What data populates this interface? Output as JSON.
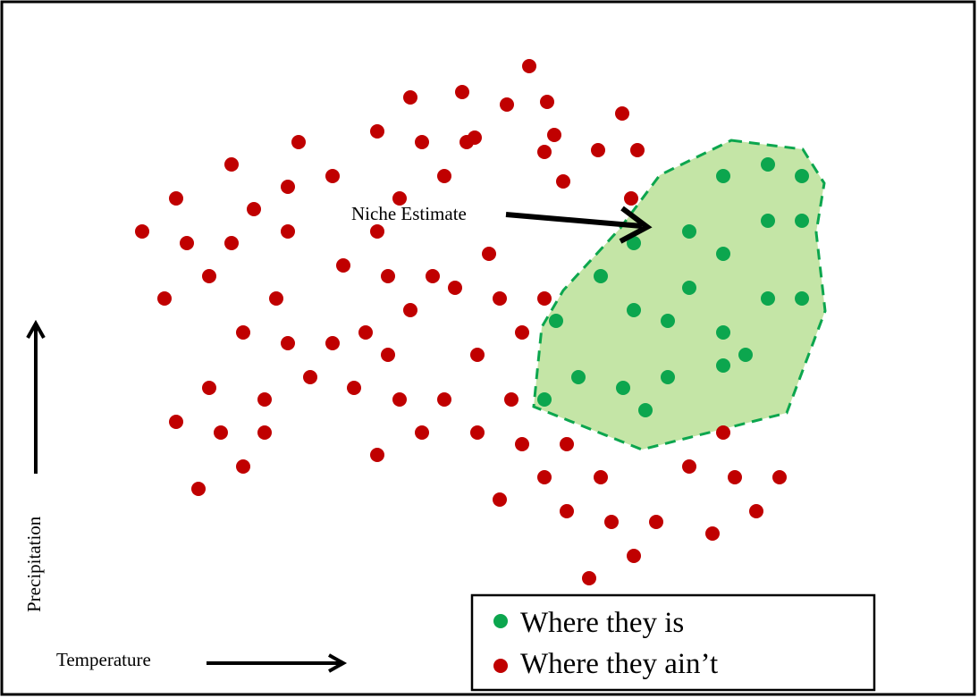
{
  "annotation": {
    "label": "Niche Estimate"
  },
  "axes": {
    "x_label": "Temperature",
    "y_label": "Precipitation"
  },
  "legend": {
    "items": [
      {
        "label": "Where they is",
        "color": "#0ca64e"
      },
      {
        "label": "Where they ain’t",
        "color": "#c00000"
      }
    ]
  },
  "colors": {
    "present": "#0ca64e",
    "absent": "#c00000",
    "niche_fill": "#c4e5a6",
    "niche_border": "#0ca64e"
  }
}
